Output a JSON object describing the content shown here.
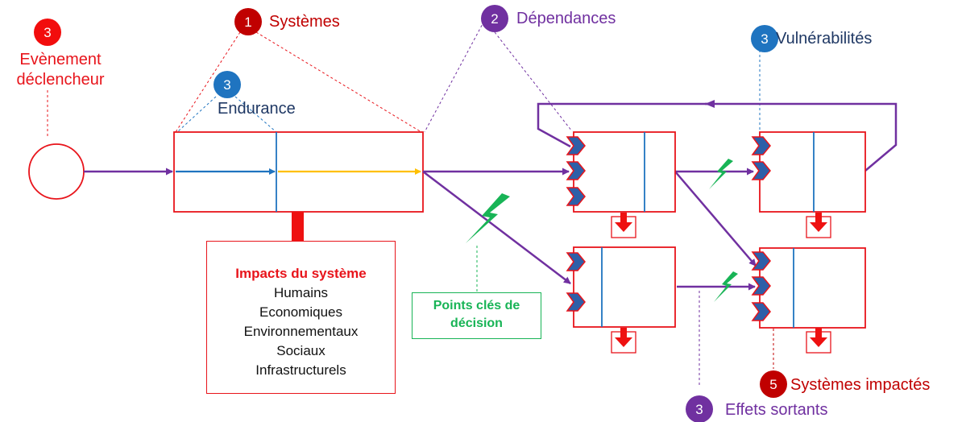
{
  "labels": {
    "trigger": {
      "num": "3",
      "line1": "Evènement",
      "line2": "déclencheur"
    },
    "systems": {
      "num": "1",
      "text": "Systèmes"
    },
    "dependencies": {
      "num": "2",
      "text": "Dépendances"
    },
    "vulnerabilities": {
      "num": "3",
      "text": "Vulnérabilités"
    },
    "endurance": {
      "num": "3",
      "text": "Endurance"
    },
    "impacted_systems": {
      "num": "5",
      "text": "Systèmes impactés"
    },
    "outgoing_effects": {
      "num": "3",
      "text": "Effets sortants"
    }
  },
  "impacts": {
    "title": "Impacts du système",
    "items": [
      "Humains",
      "Economiques",
      "Environnementaux",
      "Sociaux",
      "Infrastructurels"
    ]
  },
  "decision": {
    "line1": "Points clés de",
    "line2": "décision"
  },
  "colors": {
    "red": "#e8141b",
    "dark_red": "#c00000",
    "purple": "#7030a0",
    "blue": "#1f74c0",
    "dark_blue": "#1f3864",
    "yellow": "#ffc000",
    "green": "#18b456",
    "chevron": "#2e5fa8"
  }
}
